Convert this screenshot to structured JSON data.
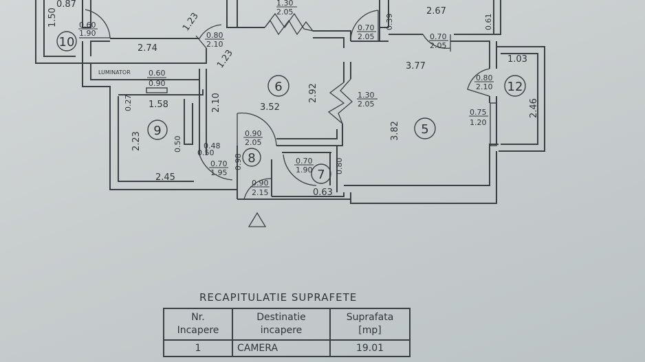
{
  "plan": {
    "rooms": [
      {
        "number": "10"
      },
      {
        "number": "9"
      },
      {
        "number": "8"
      },
      {
        "number": "7"
      },
      {
        "number": "6"
      },
      {
        "number": "5"
      },
      {
        "number": "12"
      }
    ],
    "dimensions": [
      "0.87",
      "1.50",
      "2.74",
      "1.23",
      "1.23",
      "2.10",
      "2.92",
      "3.52",
      "1.58",
      "0.27",
      "2.23",
      "0.50",
      "0.50",
      "0.48",
      "0.98",
      "2.45",
      "0.63",
      "0.80",
      "2.67",
      "0.39",
      "0.61",
      "3.77",
      "3.82",
      "1.03",
      "2.46"
    ],
    "openings": [
      {
        "w": "0.60",
        "h": "1.90"
      },
      {
        "w": "0.80",
        "h": "2.10"
      },
      {
        "w": "1.30",
        "h": "2.05"
      },
      {
        "w": "0.70",
        "h": "2.05"
      },
      {
        "w": "0.70",
        "h": "2.05"
      },
      {
        "w": "0.80",
        "h": "2.10"
      },
      {
        "w": "1.30",
        "h": "2.05"
      },
      {
        "w": "0.75",
        "h": "1.20"
      },
      {
        "w": "0.60",
        "h": "0.90"
      },
      {
        "w": "0.90",
        "h": "2.05"
      },
      {
        "w": "0.70",
        "h": "1.95"
      },
      {
        "w": "0.70",
        "h": "1.90"
      },
      {
        "w": "0.90",
        "h": "2.15"
      }
    ],
    "luminator": "LUMINATOR"
  },
  "table": {
    "title": "RECAPITULATIE SUPRAFETE",
    "headers": [
      [
        "Nr.",
        "Incapere"
      ],
      [
        "Destinatie",
        "incapere"
      ],
      [
        "Suprafata",
        "[mp]"
      ]
    ],
    "rows": [
      [
        "1",
        "CAMERA",
        "19.01"
      ]
    ]
  }
}
